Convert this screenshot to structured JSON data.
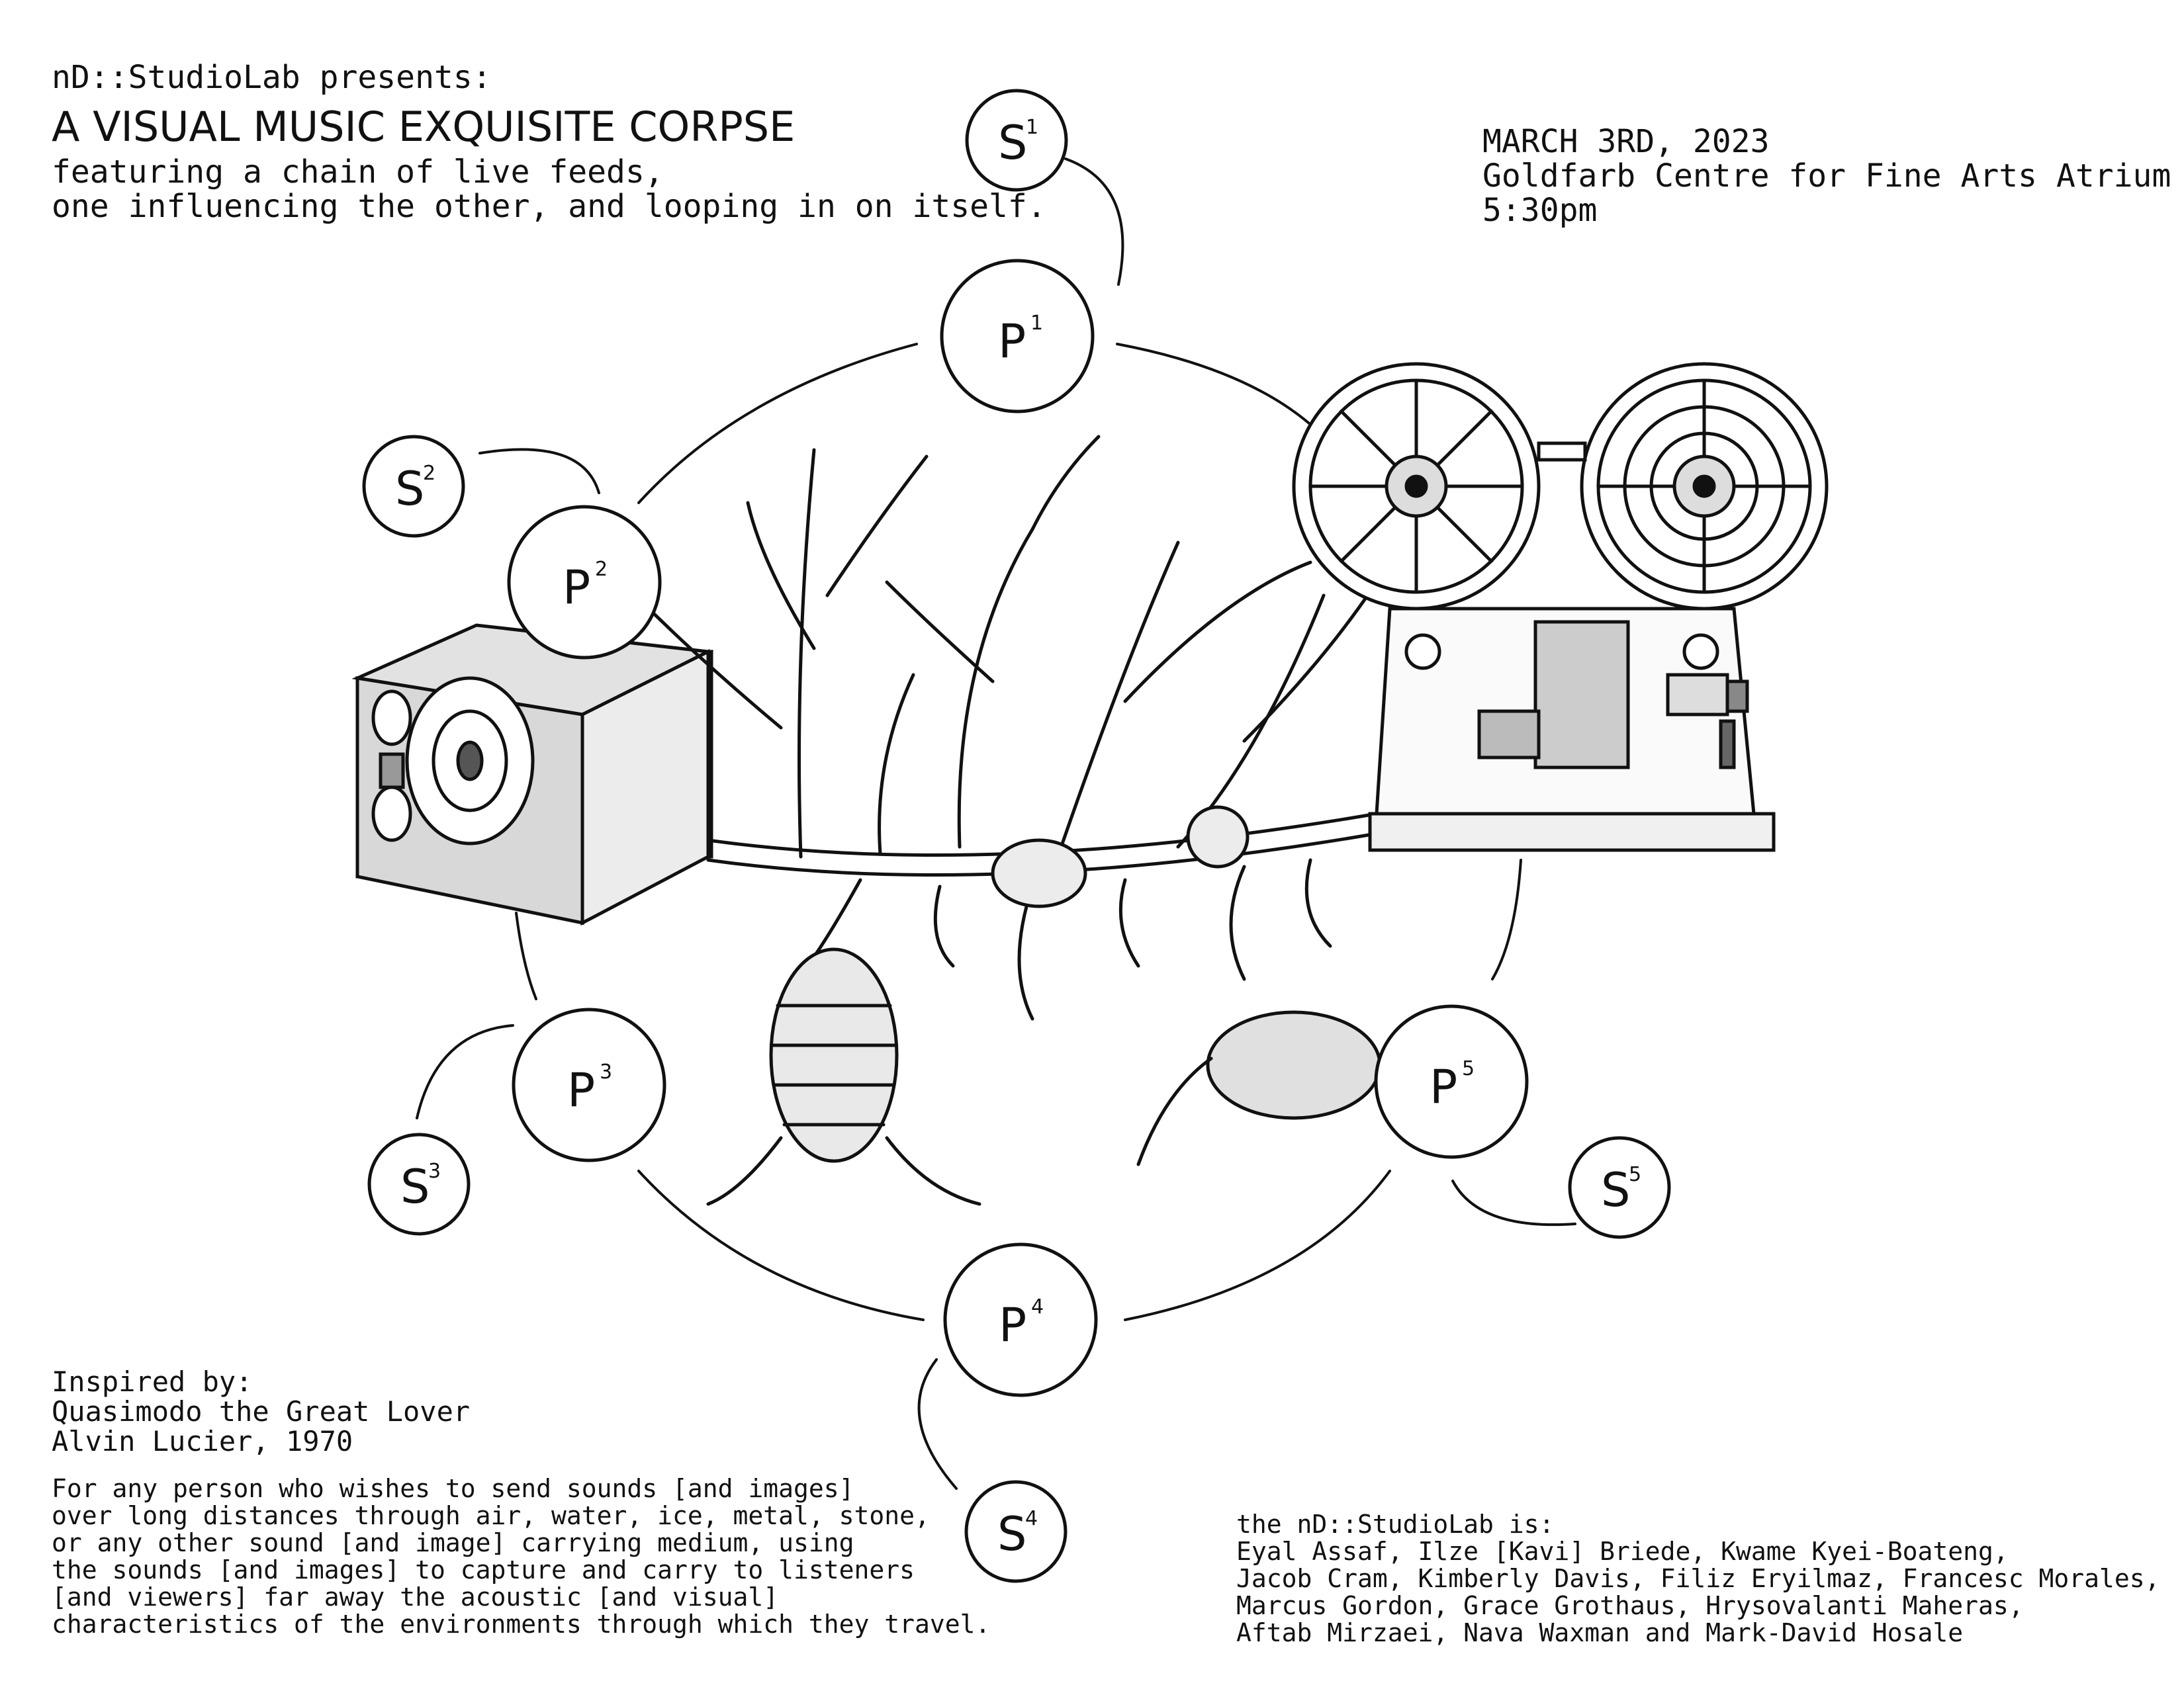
{
  "header": {
    "presenter": "nD::StudioLab presents:",
    "title": "A VISUAL MUSIC EXQUISITE CORPSE",
    "subtitle_lines": [
      "featuring a chain of live feeds,",
      "one influencing the other, and looping in on itself."
    ]
  },
  "event": {
    "date": "MARCH 3RD, 2023",
    "venue": "Goldfarb Centre for Fine Arts Atrium",
    "time": "5:30pm"
  },
  "diagram": {
    "performer_nodes": [
      {
        "letter": "P",
        "index": "1"
      },
      {
        "letter": "P",
        "index": "2"
      },
      {
        "letter": "P",
        "index": "3"
      },
      {
        "letter": "P",
        "index": "4"
      },
      {
        "letter": "P",
        "index": "5"
      }
    ],
    "sound_nodes": [
      {
        "letter": "S",
        "index": "1"
      },
      {
        "letter": "S",
        "index": "2"
      },
      {
        "letter": "S",
        "index": "3"
      },
      {
        "letter": "S",
        "index": "4"
      },
      {
        "letter": "S",
        "index": "5"
      }
    ],
    "illustrations": [
      "speaker-cabinet",
      "tangled-roots",
      "film-projector"
    ]
  },
  "inspired": {
    "lines": [
      "Inspired by:",
      "Quasimodo the Great Lover",
      "Alvin Lucier, 1970"
    ]
  },
  "quote": {
    "lines": [
      "For any person who wishes to send sounds [and images]",
      "over long distances through air, water, ice, metal, stone,",
      "or any other sound [and image] carrying medium, using",
      "the sounds [and images] to capture and carry to listeners",
      "[and viewers] far away the acoustic [and visual]",
      "characteristics of the environments through which they travel."
    ]
  },
  "lab": {
    "lines": [
      "the nD::StudioLab is:",
      "Eyal Assaf, Ilze [Kavi] Briede, Kwame Kyei-Boateng,",
      "Jacob Cram, Kimberly Davis, Filiz Eryilmaz, Francesc Morales,",
      "Marcus Gordon, Grace Grothaus, Hrysovalanti Maheras,",
      "Aftab Mirzaei, Nava Waxman and Mark-David Hosale"
    ]
  }
}
